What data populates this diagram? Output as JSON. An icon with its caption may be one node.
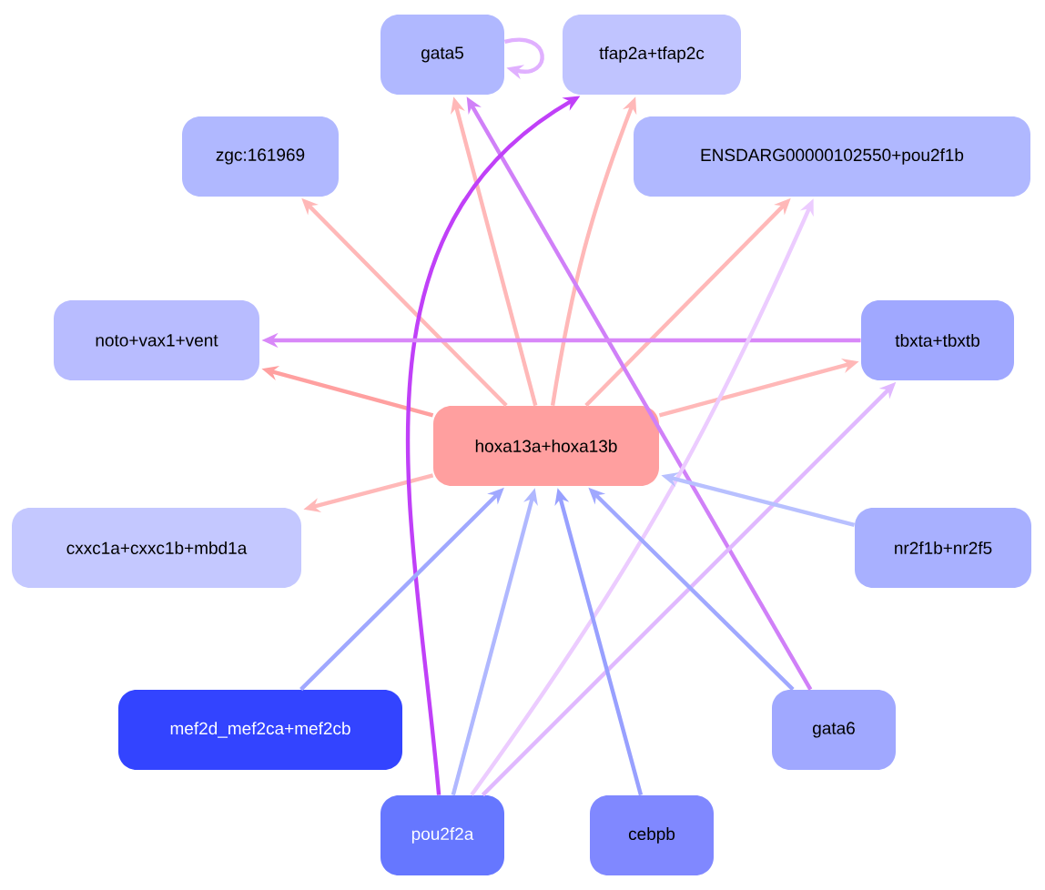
{
  "diagram": {
    "nodes": [
      {
        "text": [
          "gata5"
        ]
      },
      {
        "text": [
          "tfap2a+tfap2c"
        ]
      },
      {
        "text": [
          "zgc:161969"
        ]
      },
      {
        "text": [
          "ENSDARG00000102550+pou2f1b"
        ]
      },
      {
        "text": [
          "noto+vax1+vent"
        ]
      },
      {
        "text": [
          "tbxta+tbxtb"
        ]
      },
      {
        "text": [
          "hoxa13a+hoxa13b"
        ]
      },
      {
        "text": [
          "cxxc1a+cxxc1b+mbd1a"
        ]
      },
      {
        "text": [
          "nr2f1b+nr2f5"
        ]
      },
      {
        "text": [
          "mef2d_mef2ca+mef2cb"
        ]
      },
      {
        "text": [
          "gata6"
        ]
      },
      {
        "text": [
          "pou2f2a"
        ]
      },
      {
        "text": [
          "cebpb"
        ]
      }
    ],
    "edges": [
      {
        "from": 6,
        "to": 0,
        "arrow": "to",
        "color": "#ffb8b8"
      },
      {
        "from": 6,
        "to": 1,
        "arrow": "to",
        "color": "#ffb8b8"
      },
      {
        "from": 6,
        "to": 2,
        "arrow": "to",
        "color": "#ffb8b8"
      },
      {
        "from": 6,
        "to": 3,
        "arrow": "to",
        "color": "#ffb8b8"
      },
      {
        "from": 6,
        "to": 4,
        "arrow": "to",
        "color": "#ffa0a0"
      },
      {
        "from": 6,
        "to": 5,
        "arrow": "to",
        "color": "#ffb8b8"
      },
      {
        "from": 6,
        "to": 7,
        "arrow": "to",
        "color": "#ffb8b8"
      },
      {
        "from": 0,
        "to": 0,
        "arrow": "to",
        "color": "#e0b0ff"
      },
      {
        "from": 10,
        "to": 0,
        "arrow": "to",
        "color": "#d080f8"
      },
      {
        "from": 11,
        "to": 1,
        "arrow": "to",
        "color": "#c040f8"
      },
      {
        "from": 5,
        "to": 4,
        "arrow": "to",
        "color": "#d888f8"
      },
      {
        "from": 11,
        "to": 3,
        "arrow": "to",
        "color": "#ecccff"
      },
      {
        "from": 11,
        "to": 5,
        "arrow": "to",
        "color": "#e0b8ff"
      },
      {
        "from": 9,
        "to": 6,
        "arrow": "to",
        "color": "#a0a8ff"
      },
      {
        "from": 11,
        "to": 6,
        "arrow": "to",
        "color": "#b0b8ff"
      },
      {
        "from": 12,
        "to": 6,
        "arrow": "to",
        "color": "#98a0ff"
      },
      {
        "from": 10,
        "to": 6,
        "arrow": "to",
        "color": "#a0a8ff"
      },
      {
        "from": 8,
        "to": 6,
        "arrow": "to",
        "color": "#b8c0ff"
      }
    ]
  }
}
